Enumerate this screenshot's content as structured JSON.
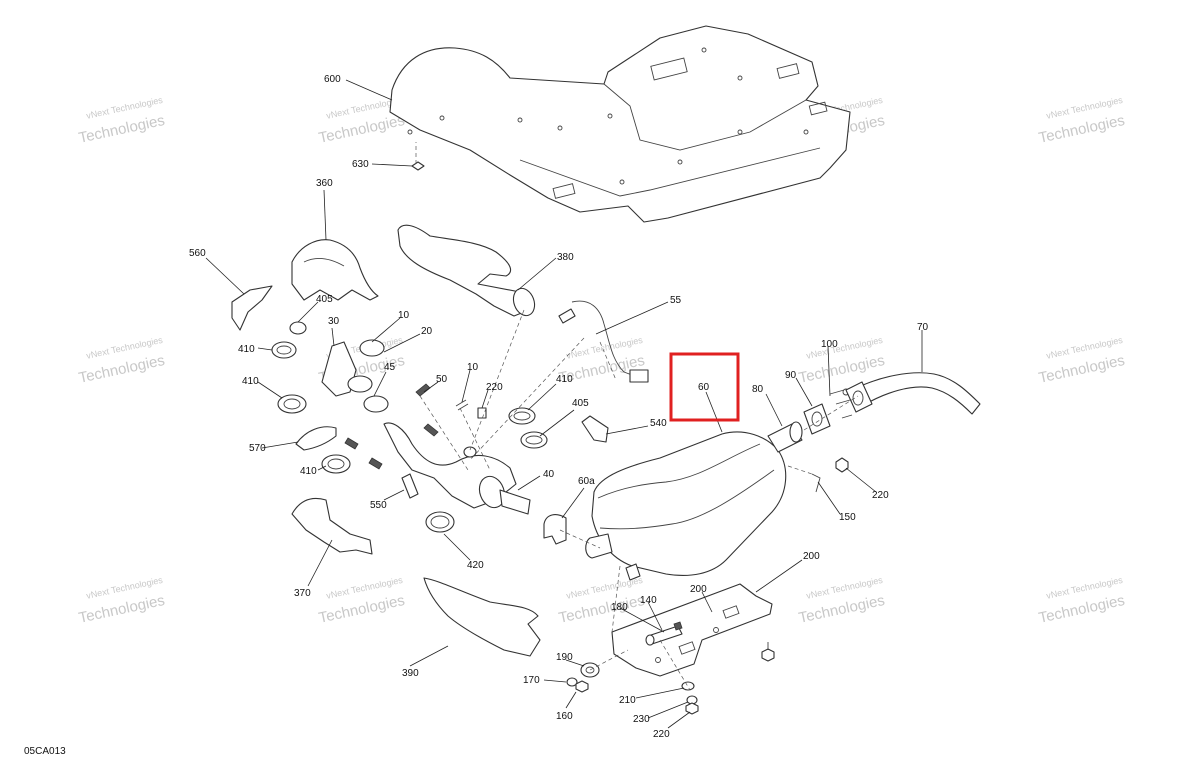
{
  "diagram_code": "05CA013",
  "watermark": {
    "line1": "vNext Technologies",
    "line2": "Technologies"
  },
  "highlight": {
    "label": "60",
    "color": "#e02020"
  },
  "callouts": {
    "c600": "600",
    "c630": "630",
    "c360": "360",
    "c560": "560",
    "c380": "380",
    "c405a": "405",
    "c30": "30",
    "c10a": "10",
    "c20": "20",
    "c410a": "410",
    "c55": "55",
    "c100": "100",
    "c70": "70",
    "c410b": "410",
    "c45": "45",
    "c50": "50",
    "c10b": "10",
    "c220a": "220",
    "c410c": "410",
    "c90": "90",
    "c80": "80",
    "c60": "60",
    "c405b": "405",
    "c540": "540",
    "c570": "570",
    "c410d": "410",
    "c40": "40",
    "c60a": "60a",
    "c550": "550",
    "c220b": "220",
    "c150": "150",
    "c370": "370",
    "c420": "420",
    "c200a": "200",
    "c200b": "200",
    "c180": "180",
    "c140": "140",
    "c390": "390",
    "c190": "190",
    "c170": "170",
    "c160": "160",
    "c210": "210",
    "c230": "230",
    "c220c": "220"
  }
}
